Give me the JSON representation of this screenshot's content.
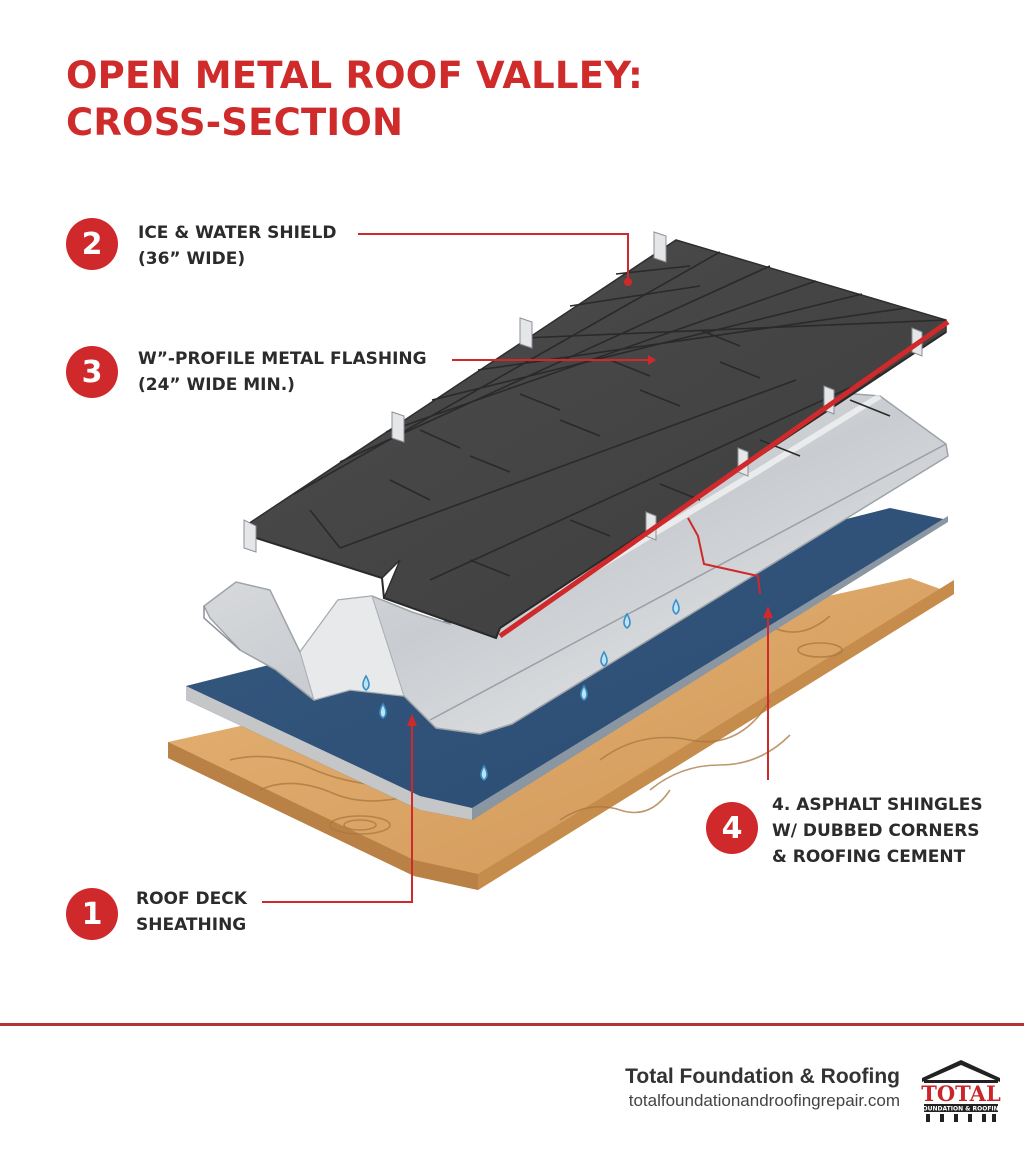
{
  "title": {
    "line1": "OPEN METAL ROOF VALLEY:",
    "line2": "CROSS-SECTION"
  },
  "callouts": [
    {
      "number": "2",
      "line1": "ICE & WATER SHIELD",
      "line2": "(36” WIDE)"
    },
    {
      "number": "3",
      "line1": "W”-PROFILE METAL FLASHING",
      "line2": "(24” WIDE MIN.)"
    },
    {
      "number": "4",
      "line1": "4. ASPHALT SHINGLES",
      "line2": "W/ DUBBED CORNERS",
      "line3": "& ROOFING CEMENT"
    },
    {
      "number": "1",
      "line1": "ROOF DECK",
      "line2": "SHEATHING"
    }
  ],
  "footer": {
    "company": "Total Foundation & Roofing",
    "url": "totalfoundationandroofingrepair.com",
    "logo_text": "TOTAL",
    "logo_subtext": "FOUNDATION & ROOFING"
  },
  "colors": {
    "accent": "#d0292b",
    "wood": "#d9a566",
    "membrane": "#2f5177",
    "metal": "#d6d8da",
    "shingle": "#4a4a4a"
  }
}
